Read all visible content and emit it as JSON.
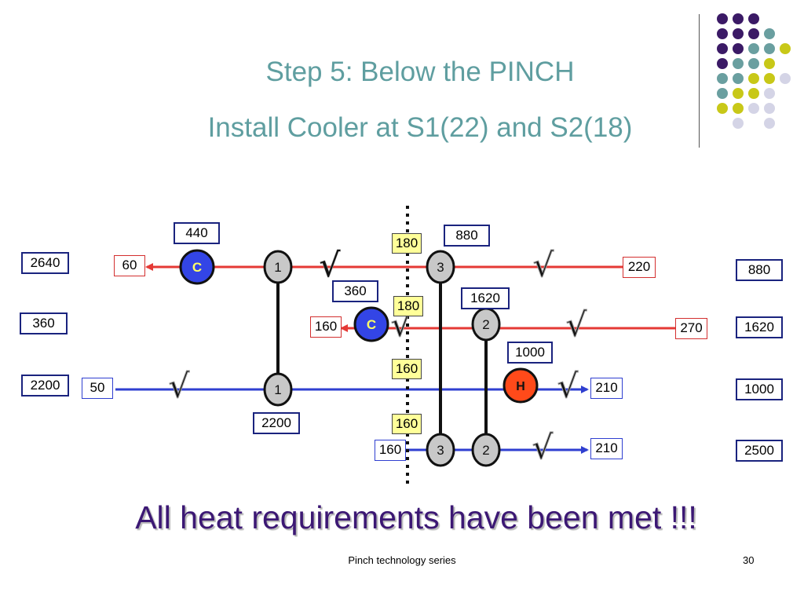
{
  "slide": {
    "title": "Step 5: Below the PINCH",
    "subtitle": "Install Cooler at S1(22) and S2(18)",
    "banner": "All heat requirements have been met !!!",
    "footer": "Pinch technology series",
    "page_number": "30"
  },
  "colors": {
    "title": "#5f9ea0",
    "hot_stream": "#e53935",
    "cold_stream": "#2f3fd0",
    "cooler": "#3345e6",
    "heater": "#ff4a1a",
    "exchanger": "#c8c8c8",
    "pinch_label": "#ffff99",
    "banner": "#3c1874",
    "deco_purple": "#3b1a66",
    "deco_teal": "#6a9fa0",
    "deco_yellow": "#c8c818",
    "deco_lavender": "#d4d4e6"
  },
  "streams": {
    "hot1": {
      "target": "60",
      "supply": "220"
    },
    "hot2": {
      "target": "160",
      "supply": "270"
    },
    "cold1": {
      "supply": "50",
      "target": "210"
    },
    "cold2": {
      "supply": "160",
      "target": "210"
    }
  },
  "left_loads": [
    "2640",
    "360",
    "2200"
  ],
  "right_loads": [
    "880",
    "1620",
    "1000",
    "2500"
  ],
  "duties": {
    "cooler1": "440",
    "match3": "880",
    "cooler2": "360",
    "match2": "1620",
    "heater": "1000",
    "match1": "2200"
  },
  "pinch_temps": [
    "180",
    "180",
    "160",
    "160"
  ],
  "units": {
    "cooler": "C",
    "heater": "H",
    "match1": "1",
    "match2": "2",
    "match3": "3"
  },
  "check_mark": "√"
}
